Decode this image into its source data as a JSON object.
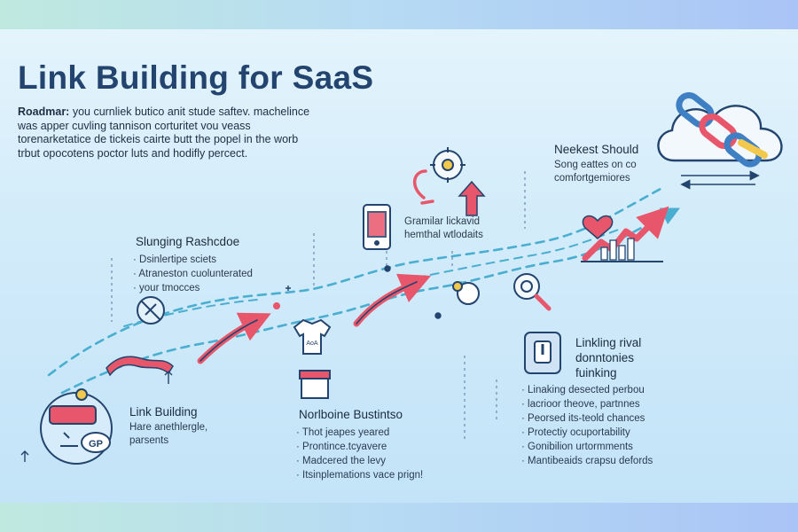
{
  "title": "Link Building for SaaS",
  "intro": {
    "label": "Roadmar:",
    "text": " you curnliek butico anit stude saftev. machelince was apper cuvling tannison corturitet vou veass torenarketatice de tickeis cairte butt the popel in the worb trbut opocotens poctor luts and hodifly percect."
  },
  "sections": {
    "slunging": {
      "heading": "Slunging Rashcdoe",
      "items": [
        "Dsinlertipe sciets",
        "Atraneston cuolunterated",
        "your tmocces"
      ]
    },
    "link_building": {
      "heading": "Link Building",
      "sub": [
        "Hare anethlergle,",
        "parsents"
      ]
    },
    "norlboine": {
      "heading": "Norlboine Bustintso",
      "items": [
        "Thot jeapes yeared",
        "Prontince.tcyavere",
        "Madcered the levy",
        "Itsinplemations vace prign!"
      ]
    },
    "gramilar": {
      "sub": [
        "Gramilar lickavid",
        "hemthal wtlodaits"
      ]
    },
    "neekest": {
      "heading": "Neekest Should",
      "sub": [
        "Song eattes on co",
        "comfortgemiores"
      ]
    },
    "linkling": {
      "heading": [
        "Linkling rival",
        "donntonies",
        "fuinking"
      ],
      "items": [
        "Linaking desected perbou",
        "lacrioor theove, partnnes",
        "Peorsed its-teold chances",
        "Protectiy ocuportability",
        "Gonibilion urtormments",
        "Mantibeaids crapsu defords"
      ]
    }
  },
  "icons": {
    "badge_text": "GP",
    "monitor_text": "AoA"
  },
  "colors": {
    "navy": "#23446e",
    "red_arrow": "#e8566b",
    "teal_dash": "#4aaed0",
    "cloud": "#f3f8fd",
    "chain_blue": "#3f7fc4",
    "chain_yellow": "#f2c94c"
  }
}
